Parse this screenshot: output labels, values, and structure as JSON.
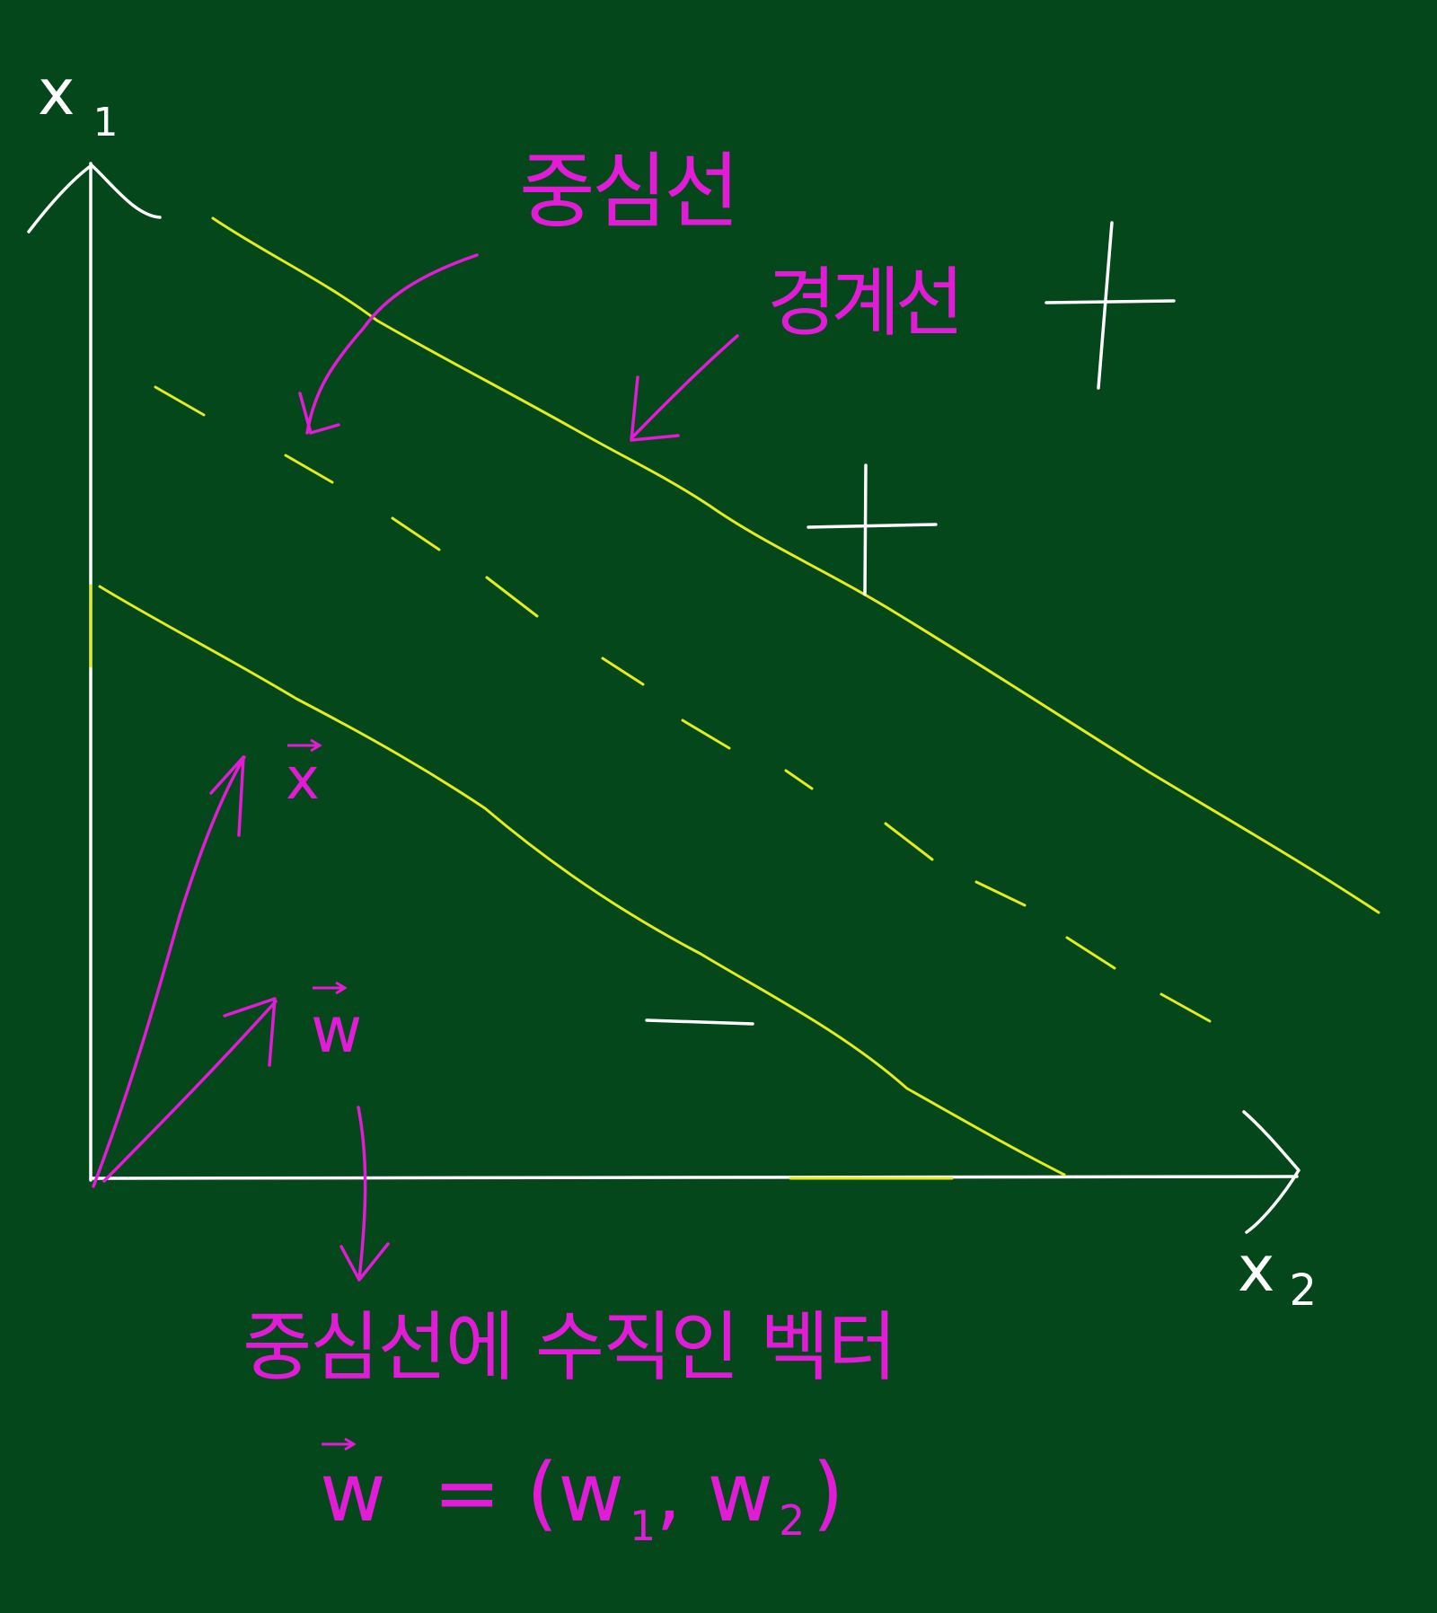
{
  "axes": {
    "vertical_label": "x",
    "vertical_subscript": "1",
    "horizontal_label": "x",
    "horizontal_subscript": "2"
  },
  "labels": {
    "center_line": "중심선",
    "boundary_line": "경계선",
    "plus_region": "+",
    "minus_region": "−",
    "vector_x": "x",
    "vector_w": "w",
    "note_perpendicular": "중심선에 수직인 벡터",
    "formula_vec": "w",
    "formula_rhs": "= (w",
    "formula_sub1": "1",
    "formula_sep": ", w",
    "formula_sub2": "2",
    "formula_close": ")"
  },
  "colors": {
    "board": "#03471b",
    "chalk_white": "#ffffff",
    "chalk_yellow": "#e3ec1c",
    "chalk_magenta": "#e21bd6"
  }
}
